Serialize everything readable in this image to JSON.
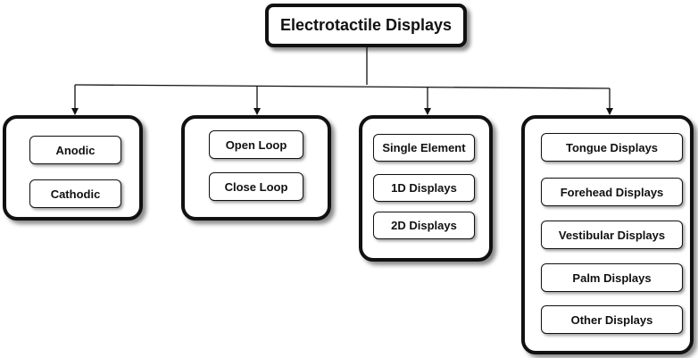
{
  "diagram": {
    "root": {
      "label": "Electrotactile Displays"
    },
    "groups": [
      {
        "items": [
          "Anodic",
          "Cathodic"
        ]
      },
      {
        "items": [
          "Open Loop",
          "Close Loop"
        ]
      },
      {
        "items": [
          "Single Element",
          "1D Displays",
          "2D Displays"
        ]
      },
      {
        "items": [
          "Tongue Displays",
          "Forehead Displays",
          "Vestibular Displays",
          "Palm Displays",
          "Other Displays"
        ]
      }
    ]
  },
  "colors": {
    "stroke": "#111111",
    "background": "#ffffff"
  }
}
